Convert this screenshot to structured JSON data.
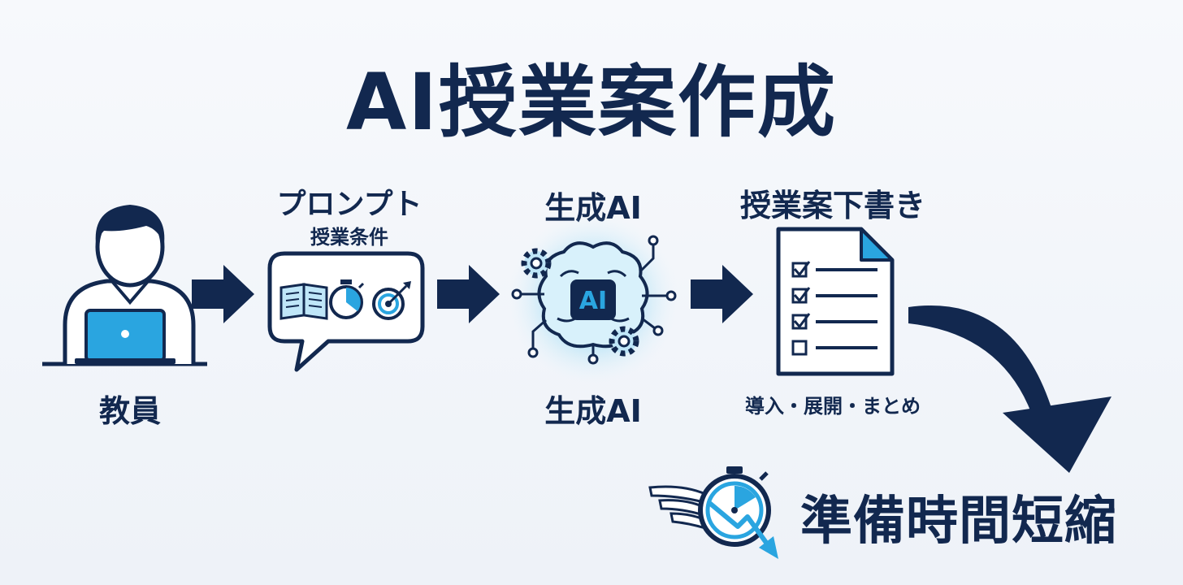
{
  "title": "AI授業案作成",
  "steps": {
    "teacher": {
      "label": "教員",
      "icon": "teacher-laptop-icon"
    },
    "prompt": {
      "title": "プロンプト",
      "subtitle": "授業条件",
      "icons": [
        "book-icon",
        "stopwatch-icon",
        "target-icon"
      ]
    },
    "ai": {
      "title": "生成AI",
      "chip_text": "AI",
      "label": "生成AI",
      "icon": "ai-brain-icon"
    },
    "draft": {
      "title": "授業案下書き",
      "subtitle": "導入・展開・まとめ",
      "icon": "checklist-document-icon"
    }
  },
  "result": {
    "label": "準備時間短縮",
    "icon": "winged-stopwatch-icon"
  },
  "colors": {
    "navy": "#12284f",
    "accent": "#2aa5e0",
    "light_blue": "#bfe6f8",
    "background": "#f4f6fa"
  }
}
